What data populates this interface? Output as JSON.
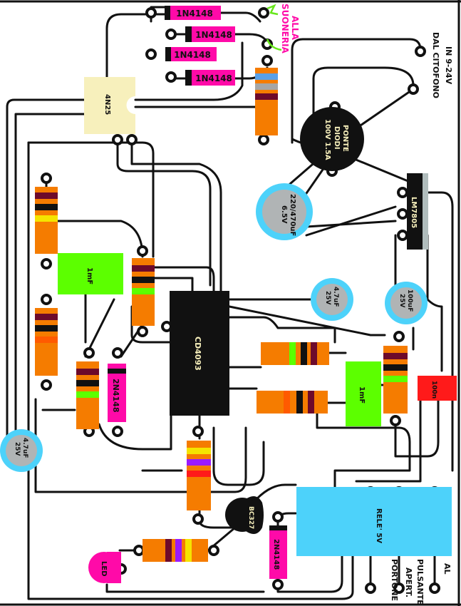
{
  "diodes_top": [
    "1N4148",
    "1N4148",
    "1N4148",
    "1N4148"
  ],
  "labels": {
    "bell": "ALLA\nSUONERIA",
    "bell_line1": "ALLA",
    "bell_line2": "SUONERIA",
    "input_line1": "IN 9-24V",
    "input_line2": "DAL CITOFONO",
    "button_line1": "AL",
    "button_line2": "PULSANTE",
    "button_line3": "APERT.",
    "button_line4": "PORTONE"
  },
  "components": {
    "optocoupler": "4N25",
    "bridge_line1": "PONTE",
    "bridge_line2": "DIODI",
    "bridge_line3": "100V 1.5A",
    "main_cap_line1": "220/470uF",
    "main_cap_line2": "6.5V",
    "regulator": "LM7805",
    "cap_1mf_left": "1mF",
    "cap_1mf_right": "1mF",
    "ic": "CD4093",
    "cap_47_top_line1": "4.7uF",
    "cap_47_top_line2": "25V",
    "cap_100_line1": "100uF",
    "cap_100_line2": "25V",
    "cap_47_left_line1": "4.7uF",
    "cap_47_left_line2": "25V",
    "diode_mid": "2N4148",
    "diode_bottom": "2N4148",
    "cap_100n": "100n",
    "relay": "RELE' 5V",
    "transistor": "BC327",
    "led": "LED"
  },
  "colors": {
    "resistor_body": "#f57c00",
    "diode_body": "#ff0aa8",
    "electrolytic": "#4dd2fa",
    "film_cap": "#5cff00",
    "relay": "#4dd2fa",
    "optocoupler": "#f7f0bc",
    "ceramic_cap": "#ff1a1a",
    "ic": "#111111",
    "jumper_wire": "#66e61a"
  }
}
